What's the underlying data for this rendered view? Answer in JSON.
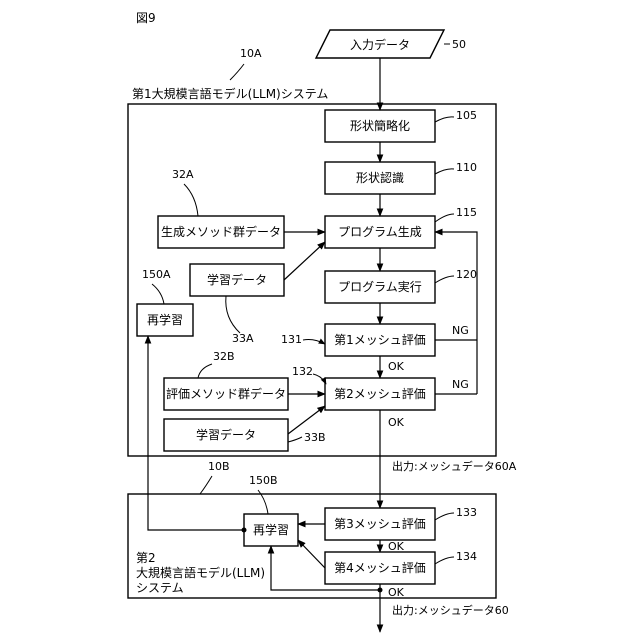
{
  "figure": {
    "label": "図9"
  },
  "input": {
    "label": "入力データ",
    "ref": "50"
  },
  "system1": {
    "ref": "10A",
    "title": "第1大規模言語モデル(LLM)システム"
  },
  "system2": {
    "ref": "10B",
    "title_line1": "第2",
    "title_line2": "大規模言語モデル(LLM)",
    "title_line3": "システム"
  },
  "steps": {
    "shape_simplify": {
      "label": "形状簡略化",
      "ref": "105"
    },
    "shape_recognize": {
      "label": "形状認識",
      "ref": "110"
    },
    "program_generate": {
      "label": "プログラム生成",
      "ref": "115"
    },
    "program_execute": {
      "label": "プログラム実行",
      "ref": "120"
    },
    "mesh_eval1": {
      "label": "第1メッシュ評価",
      "ref": "131"
    },
    "mesh_eval2": {
      "label": "第2メッシュ評価",
      "ref": "132"
    },
    "mesh_eval3": {
      "label": "第3メッシュ評価",
      "ref": "133"
    },
    "mesh_eval4": {
      "label": "第4メッシュ評価",
      "ref": "134"
    }
  },
  "sources": {
    "gen_methods": {
      "label": "生成メソッド群データ",
      "ref": "32A"
    },
    "learning_data_a": {
      "label": "学習データ",
      "ref": "33A"
    },
    "eval_methods": {
      "label": "評価メソッド群データ",
      "ref": "32B"
    },
    "learning_data_b": {
      "label": "学習データ",
      "ref": "33B"
    }
  },
  "relearn": {
    "a": {
      "label": "再学習",
      "ref": "150A"
    },
    "b": {
      "label": "再学習",
      "ref": "150B"
    }
  },
  "flow_labels": {
    "ng1": "NG",
    "ng2": "NG",
    "ok1": "OK",
    "ok2": "OK",
    "ok3": "OK",
    "ok4": "OK",
    "output_a": "出力:メッシュデータ60A",
    "output_final": "出力:メッシュデータ60"
  }
}
